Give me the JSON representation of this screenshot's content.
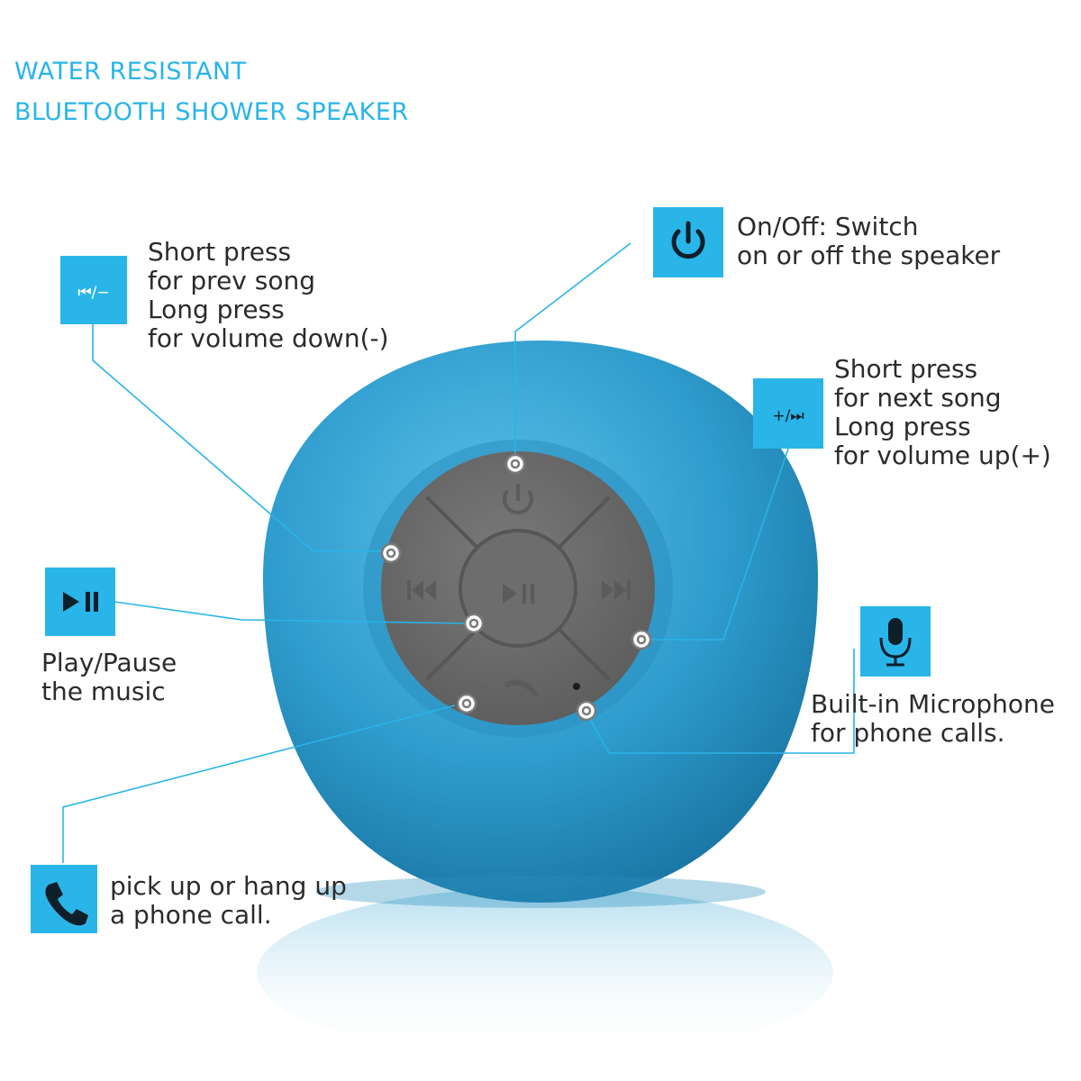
{
  "title": {
    "line1": "WATER RESISTANT",
    "line2": "BLUETOOTH SHOWER SPEAKER"
  },
  "colors": {
    "accent": "#29b4e8",
    "icon_box": "#2ab5e9",
    "body_blue": "#2f9fd0",
    "button_gray": "#6f6f6f",
    "text": "#2b2b2b"
  },
  "callouts": {
    "prev": {
      "icon": "prev-volume-down-icon",
      "icon_text": "⏮/−",
      "lines": [
        "Short press",
        "for prev song",
        "Long press",
        "for volume down(-)"
      ]
    },
    "power": {
      "icon": "power-icon",
      "lines": [
        "On/Off: Switch",
        "on or off the speaker"
      ]
    },
    "next": {
      "icon": "volume-up-next-icon",
      "icon_text": "+/⏭",
      "lines": [
        "Short press",
        "for next song",
        "Long press",
        "for volume up(+)"
      ]
    },
    "play": {
      "icon": "play-pause-icon",
      "lines": [
        "Play/Pause",
        "the music"
      ]
    },
    "mic": {
      "icon": "microphone-icon",
      "lines": [
        "Built-in Microphone",
        "for phone calls."
      ]
    },
    "call": {
      "icon": "phone-icon",
      "lines": [
        "pick up or hang up",
        "a phone call."
      ]
    }
  }
}
